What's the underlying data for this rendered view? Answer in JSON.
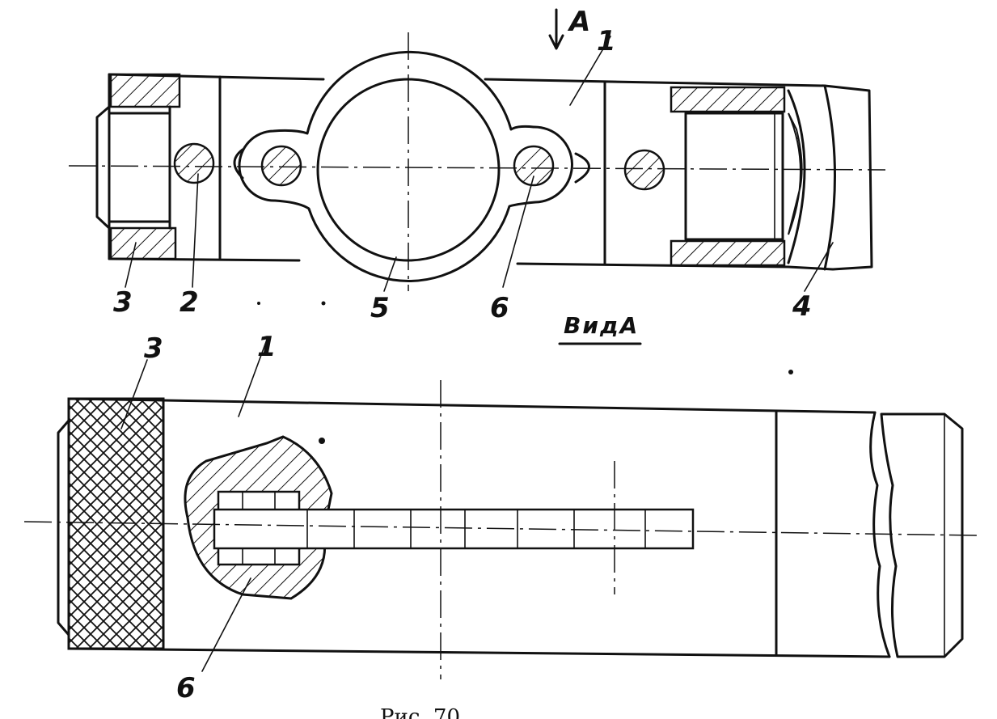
{
  "labels": {
    "view_arrow": "A",
    "top": {
      "body": "1",
      "pin": "2",
      "nut": "3",
      "plug": "4",
      "housing": "5",
      "pin_right": "6"
    },
    "bottom": {
      "nut": "3",
      "body": "1",
      "pin": "6"
    }
  },
  "view_title": "ВидА",
  "figure_caption": "Рис. 70"
}
